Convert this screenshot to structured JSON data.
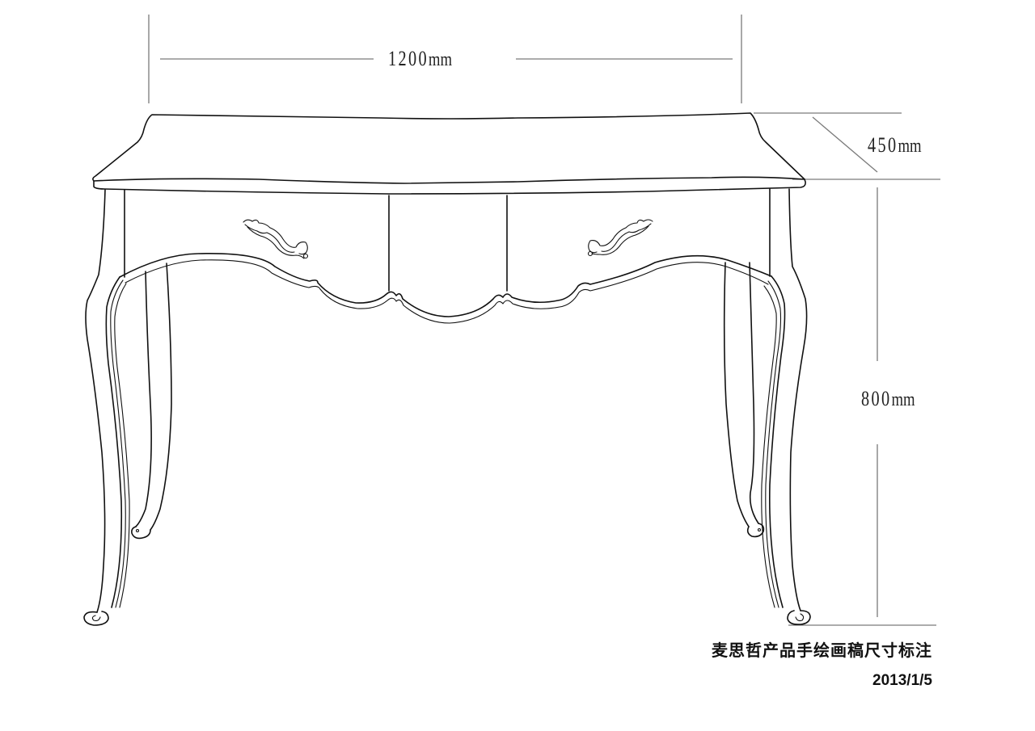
{
  "drawing": {
    "subject": "French-style console table with two drawers and cabriole legs",
    "line_color": "#111111",
    "dimension_line_color": "#7a7a7a",
    "background": "#ffffff"
  },
  "dimensions": {
    "width": {
      "value": "1200",
      "unit": "mm"
    },
    "depth": {
      "value": "450",
      "unit": "mm"
    },
    "height": {
      "value": "800",
      "unit": "mm"
    }
  },
  "caption": {
    "title": "麦思哲产品手绘画稿尺寸标注",
    "date": "2013/1/5"
  }
}
